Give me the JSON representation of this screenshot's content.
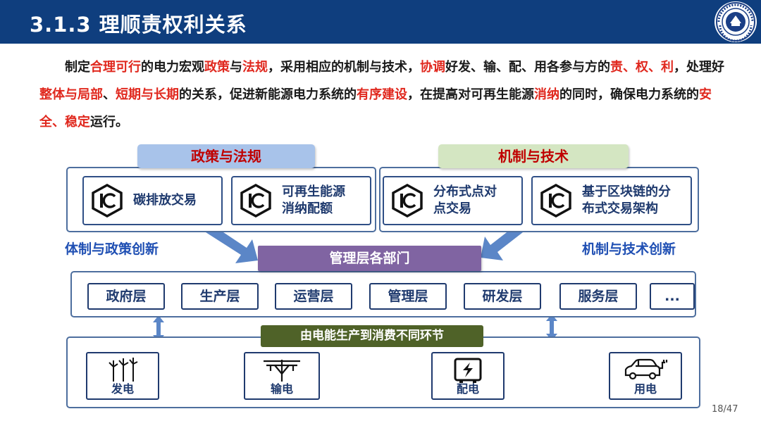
{
  "header": {
    "title": "3.1.3  理顺责权利关系"
  },
  "intro_segments": [
    {
      "text": "制定",
      "red": false
    },
    {
      "text": "合理可行",
      "red": true
    },
    {
      "text": "的电力宏观",
      "red": false
    },
    {
      "text": "政策",
      "red": true
    },
    {
      "text": "与",
      "red": false
    },
    {
      "text": "法规",
      "red": true
    },
    {
      "text": "，采用相应的机制与技术，",
      "red": false
    },
    {
      "text": "协调",
      "red": true
    },
    {
      "text": "好发、输、配、用各参与方的",
      "red": false
    },
    {
      "text": "责、权、利",
      "red": true
    },
    {
      "text": "，处理好",
      "red": false
    },
    {
      "text": "整体与局部",
      "red": true
    },
    {
      "text": "、",
      "red": false
    },
    {
      "text": "短期与长期",
      "red": true
    },
    {
      "text": "的关系，促进新能源电力系统的",
      "red": false
    },
    {
      "text": "有序建设",
      "red": true
    },
    {
      "text": "，在提高对可再生能源",
      "red": false
    },
    {
      "text": "消纳",
      "red": true
    },
    {
      "text": "的同时，确保电力系统的",
      "red": false
    },
    {
      "text": "安全、稳定",
      "red": true
    },
    {
      "text": "运行。",
      "red": false
    }
  ],
  "policy": {
    "tag": "政策与法规",
    "cards": [
      "碳排放交易",
      "可再生能源\n消纳配额"
    ],
    "side_label": "体制与政策创新"
  },
  "mechanism": {
    "tag": "机制与技术",
    "cards": [
      "分布式点对\n点交易",
      "基于区块链的分\n布式交易架构"
    ],
    "side_label": "机制与技术创新"
  },
  "management": {
    "title": "管理层各部门",
    "layers": [
      "政府层",
      "生产层",
      "运营层",
      "管理层",
      "研发层",
      "服务层",
      "..."
    ]
  },
  "chain": {
    "title": "由电能生产到消费不同环节",
    "stages": [
      {
        "label": "发电",
        "icon": "wind-turbine-icon"
      },
      {
        "label": "输电",
        "icon": "power-line-icon"
      },
      {
        "label": "配电",
        "icon": "distribution-box-icon"
      },
      {
        "label": "用电",
        "icon": "electric-car-icon"
      }
    ]
  },
  "card_icon": "ic-hexagon-icon",
  "logo_text": "UNIVERSITY",
  "page": {
    "number": "18/47"
  },
  "colors": {
    "header": "#0f3e7e",
    "highlight": "#e0281e",
    "accent_blue": "#1f4fb3",
    "management": "#8064a2",
    "chain": "#4f6228"
  }
}
